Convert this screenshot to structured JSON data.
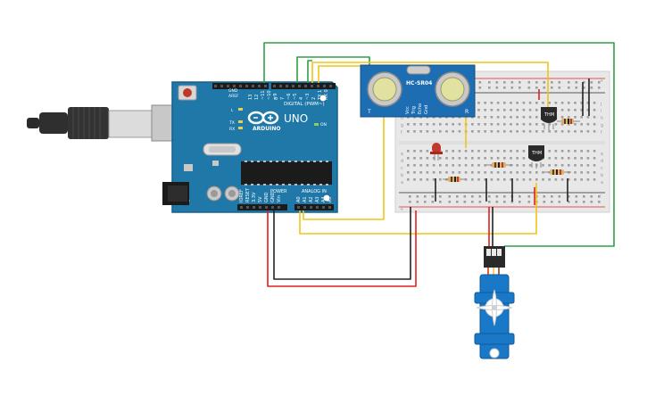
{
  "arduino": {
    "logo_text": "ARDUINO",
    "model": "UNO",
    "digital_label": "DIGITAL (PWM~)",
    "power_label": "POWER",
    "analog_label": "ANALOG IN",
    "on_label": "ON",
    "l_label": "L",
    "tx_label": "TX",
    "rx_label": "RX",
    "aref_label": "AREF",
    "gnd_label": "GND",
    "digital_pins": [
      "13",
      "12",
      "~11",
      "~10",
      "~9",
      "8",
      "7",
      "~6",
      "~5",
      "4",
      "~3",
      "2",
      "TX 1",
      "RX 0"
    ],
    "power_pins": [
      "IOREF",
      "RESET",
      "3.3V",
      "5V",
      "GND",
      "GND",
      "Vin"
    ],
    "analog_pins": [
      "A0",
      "A1",
      "A2",
      "A3",
      "A4",
      "A5"
    ]
  },
  "sensor": {
    "model": "HC-SR04",
    "pins": [
      "Vcc",
      "Trig",
      "Echo",
      "Gnd"
    ],
    "t_label": "T",
    "r_label": "R"
  },
  "thermistors": [
    {
      "label": "THM"
    },
    {
      "label": "THM"
    }
  ],
  "breadboard": {
    "row_letters_left": [
      "a",
      "b",
      "c",
      "d",
      "e"
    ],
    "row_letters_right": [
      "f",
      "g",
      "h",
      "i",
      "j"
    ],
    "plus": "+",
    "minus": "-"
  },
  "colors": {
    "board": "#1f78a8",
    "board_edge": "#16608a",
    "wire_green": "#2ea043",
    "wire_yellow": "#f0c419",
    "wire_red": "#e02020",
    "wire_black": "#222222",
    "servo": "#1a78c8",
    "sensor": "#1d6db3",
    "led": "#c0392b"
  }
}
